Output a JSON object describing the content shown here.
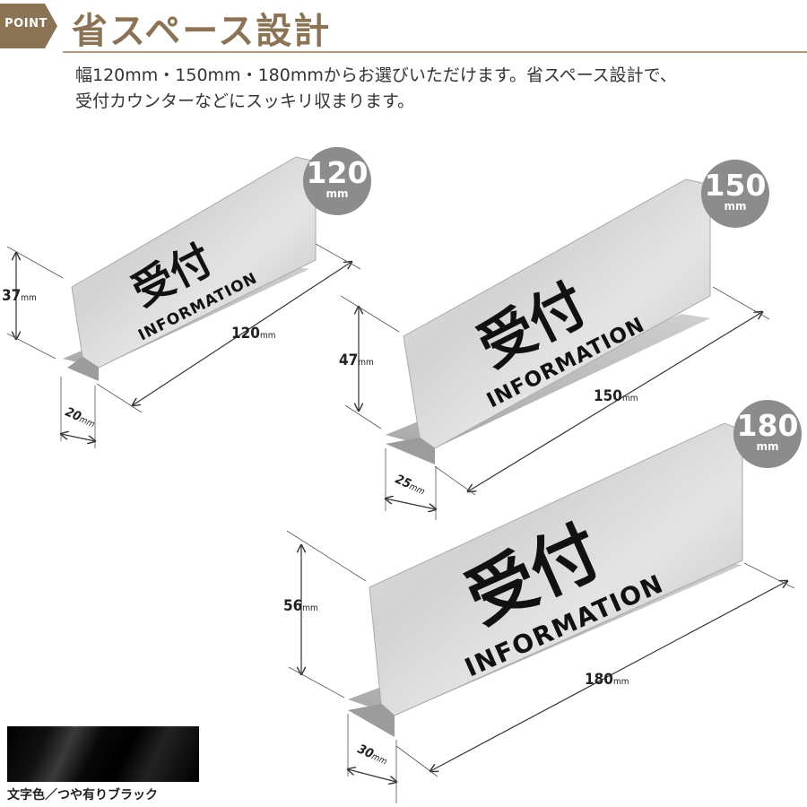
{
  "header": {
    "badge": "POINT",
    "title": "省スペース設計",
    "accent_color": "#8b7355"
  },
  "description": {
    "line1": "幅120mm・150mm・180mmからお選びいただけます。省スペース設計で、",
    "line2": "受付カウンターなどにスッキリ収まります。"
  },
  "sizes": [
    {
      "badge_number": "120",
      "badge_unit": "mm",
      "sign_main": "受付",
      "sign_sub": "INFORMATION",
      "height_value": "37",
      "width_value": "120",
      "depth_value": "20",
      "unit": "mm"
    },
    {
      "badge_number": "150",
      "badge_unit": "mm",
      "sign_main": "受付",
      "sign_sub": "INFORMATION",
      "height_value": "47",
      "width_value": "150",
      "depth_value": "25",
      "unit": "mm"
    },
    {
      "badge_number": "180",
      "badge_unit": "mm",
      "sign_main": "受付",
      "sign_sub": "INFORMATION",
      "height_value": "56",
      "width_value": "180",
      "depth_value": "30",
      "unit": "mm"
    }
  ],
  "swatch": {
    "label": "文字色／つや有りブラック",
    "color": "#000000"
  }
}
